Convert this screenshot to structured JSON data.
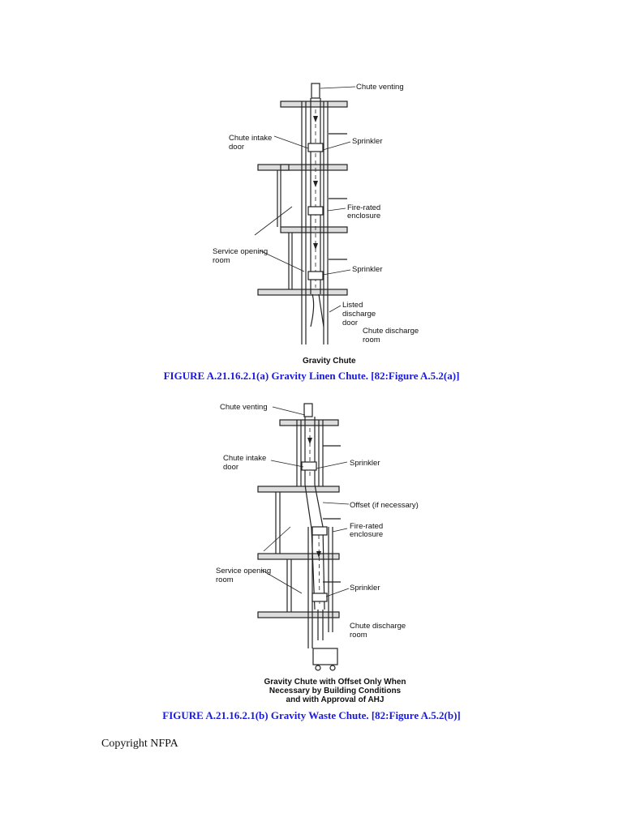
{
  "figure_a": {
    "labels": {
      "venting": "Chute venting",
      "intake_1": "Chute intake",
      "intake_2": "door",
      "sprinkler_top": "Sprinkler",
      "fire_1": "Fire-rated",
      "fire_2": "enclosure",
      "service_1": "Service opening",
      "service_2": "room",
      "sprinkler_bottom": "Sprinkler",
      "listed_1": "Listed",
      "listed_2": "discharge",
      "listed_3": "door",
      "discharge_1": "Chute discharge",
      "discharge_2": "room"
    },
    "drawing_title": "Gravity Chute",
    "caption": "FIGURE A.21.16.2.1(a)  Gravity Linen Chute. [82:Figure A.5.2(a)]"
  },
  "figure_b": {
    "labels": {
      "venting": "Chute venting",
      "intake_1": "Chute intake",
      "intake_2": "door",
      "sprinkler_top": "Sprinkler",
      "offset": "Offset (if necessary)",
      "fire_1": "Fire-rated",
      "fire_2": "enclosure",
      "service_1": "Service opening",
      "service_2": "room",
      "sprinkler_bottom": "Sprinkler",
      "discharge_1": "Chute discharge",
      "discharge_2": "room"
    },
    "drawing_title_lines": [
      "Gravity Chute with Offset Only When",
      "Necessary by Building Conditions",
      "and with Approval of AHJ"
    ],
    "caption": "FIGURE A.21.16.2.1(b)  Gravity Waste Chute. [82:Figure A.5.2(b)]"
  },
  "copyright": "Copyright NFPA"
}
